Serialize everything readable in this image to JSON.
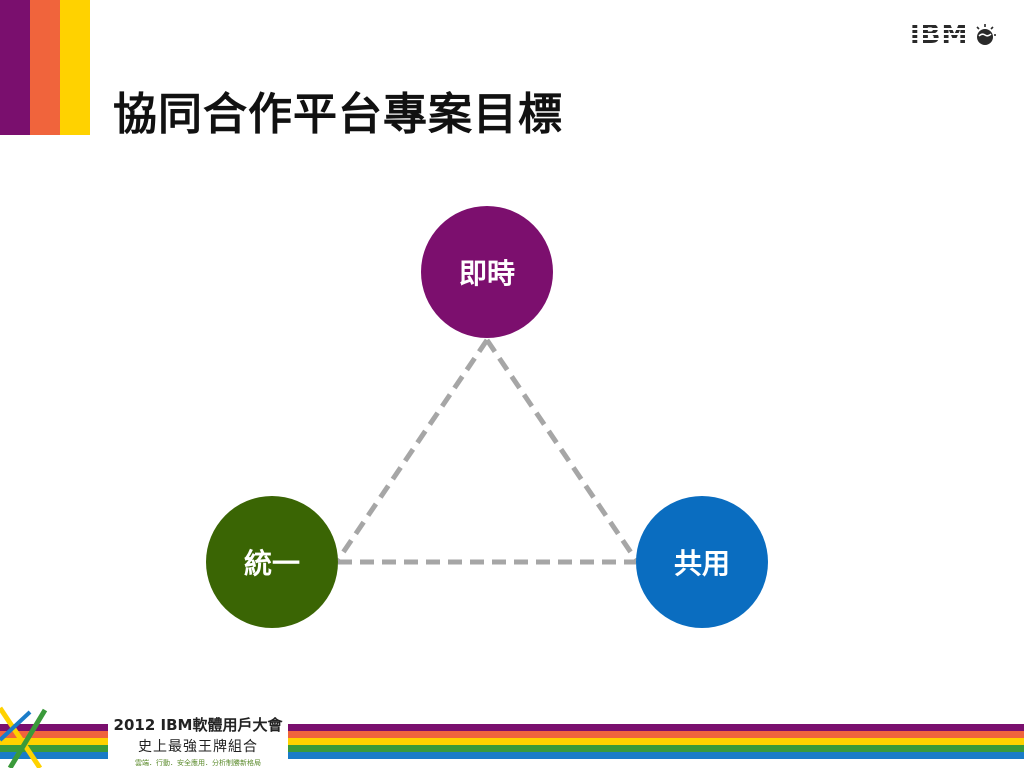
{
  "slide": {
    "title": "協同合作平台專案目標",
    "logo_text": "IBM",
    "logo_icon": "globe-icon"
  },
  "diagram": {
    "nodes": [
      {
        "label": "即時",
        "color": "#7c0f6e"
      },
      {
        "label": "統一",
        "color": "#3a6504"
      },
      {
        "label": "共用",
        "color": "#0a6dc0"
      }
    ],
    "connector_color": "#a6a6a6"
  },
  "footer": {
    "line1": "2012 IBM軟體用戶大會",
    "line2": "史上最強王牌組合",
    "line3": "雲端．行動．安全應用．分析制勝新格局"
  },
  "colors": {
    "stripe_purple": "#7a0f6e",
    "stripe_orange": "#f0643c",
    "stripe_yellow": "#ffd200"
  }
}
